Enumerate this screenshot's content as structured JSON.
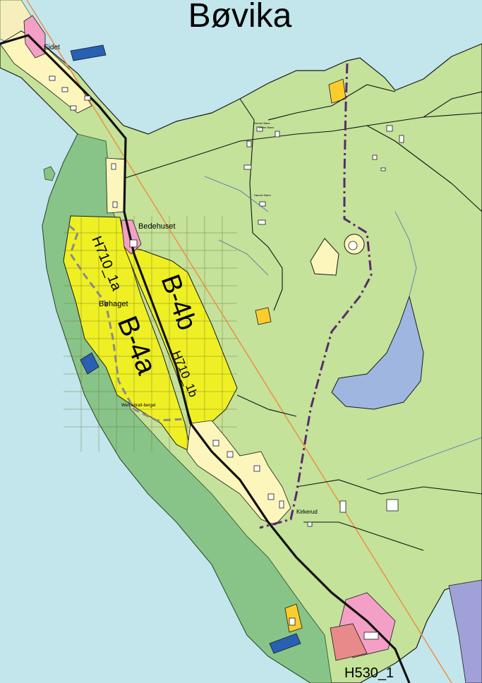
{
  "map": {
    "title": "Bøvika",
    "labels": {
      "eidet": "Eidet",
      "bedehuset": "Bedehuset",
      "bohaget": "Bøhaget",
      "zone_b4a": "B-4a",
      "zone_b4b": "B-4b",
      "zone_h710_1a": "H710_1a",
      "zone_h710_1b": "H710_1b",
      "kirkerud": "Kirkerud",
      "wernebrattberget": "Wernebratt-berget",
      "nordre_baen": "Nordre Bøen",
      "vestre_baen": "Vestre Bøen",
      "sondre_baen": "Søndre Bøen",
      "h530": "H530_1"
    },
    "colors": {
      "water": "#c2e6ec",
      "agriculture": "#c4e29a",
      "forest_shore": "#88c487",
      "residential_light": "#fdf6bc",
      "residential_zone": "#eef024",
      "public": "#f4a0c6",
      "lake": "#9fb7e0",
      "industry": "#a1a1d9",
      "bathing_building": "#fbcd2c",
      "pier": "#2860b4",
      "powerline": "#f08a3c",
      "boundary": "#5a2a6c"
    }
  }
}
